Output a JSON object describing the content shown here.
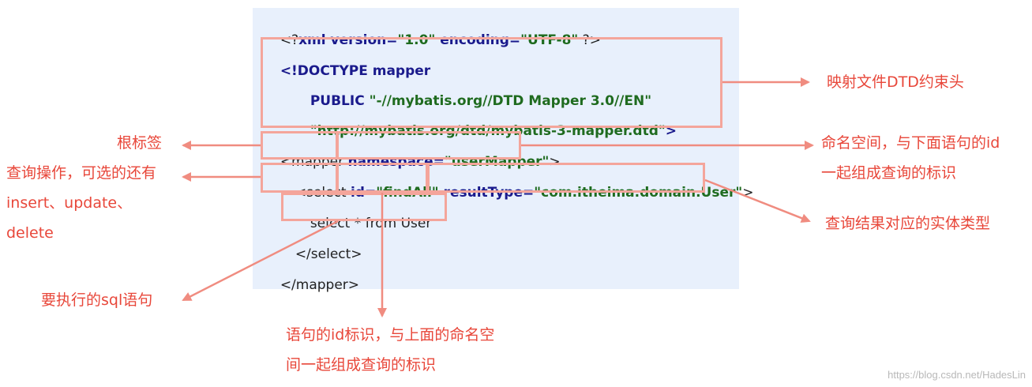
{
  "code": {
    "line1": {
      "open": "<?",
      "kw": "xml version=",
      "v1": "\"1.0\"",
      "kw2": " encoding=",
      "v2": "\"UTF-8\"",
      "close": " ?>"
    },
    "line2": {
      "kw": "<!DOCTYPE mapper"
    },
    "line3": {
      "kw": "PUBLIC ",
      "str": "\"-//mybatis.org//DTD Mapper 3.0//EN\""
    },
    "line4": {
      "str": "\"http://mybatis.org/dtd/mybatis-3-mapper.dtd\"",
      "kw": ">"
    },
    "line5": {
      "a": "<mapper ",
      "b": "namespace=",
      "c": "\"userMapper\"",
      "d": ">"
    },
    "line6": {
      "a": "<select ",
      "b": "id=",
      "c": "\"findAll\"",
      "d": " resultType=",
      "e": "\"com.itheima.domain.User\"",
      "f": ">"
    },
    "line7": {
      "text": "select * from User"
    },
    "line8": {
      "text": "</select>"
    },
    "line9": {
      "text": "</mapper>"
    }
  },
  "annotations": {
    "dtd": "映射文件DTD约束头",
    "root": "根标签",
    "namespace_1": "命名空间，与下面语句的id",
    "namespace_2": "一起组成查询的标识",
    "query_1": "查询操作，可选的还有",
    "query_2": "insert、update、",
    "query_3": "delete",
    "result": "查询结果对应的实体类型",
    "sql": "要执行的sql语句",
    "id_1": "语句的id标识，与上面的命名空",
    "id_2": "间一起组成查询的标识"
  },
  "watermark": "https://blog.csdn.net/HadesLin",
  "colors": {
    "annotation": "#e8473a",
    "box": "#f4a59b",
    "panel": "#e8f0fc"
  }
}
